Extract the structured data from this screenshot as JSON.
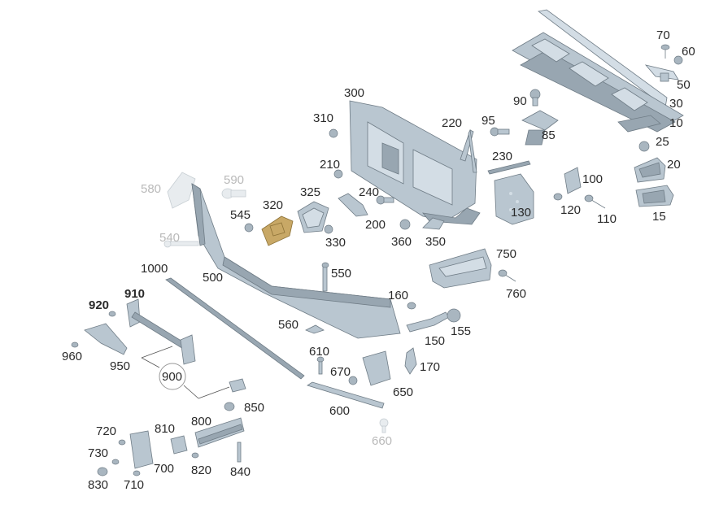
{
  "diagram": {
    "labels": [
      {
        "id": "l70",
        "text": "70"
      },
      {
        "id": "l60",
        "text": "60"
      },
      {
        "id": "l50",
        "text": "50"
      },
      {
        "id": "l30",
        "text": "30"
      },
      {
        "id": "l10",
        "text": "10"
      },
      {
        "id": "l90",
        "text": "90"
      },
      {
        "id": "l95",
        "text": "95"
      },
      {
        "id": "l85",
        "text": "85"
      },
      {
        "id": "l25",
        "text": "25"
      },
      {
        "id": "l20",
        "text": "20"
      },
      {
        "id": "l15",
        "text": "15"
      },
      {
        "id": "l300",
        "text": "300"
      },
      {
        "id": "l310",
        "text": "310"
      },
      {
        "id": "l220",
        "text": "220"
      },
      {
        "id": "l230",
        "text": "230"
      },
      {
        "id": "l210",
        "text": "210"
      },
      {
        "id": "l240",
        "text": "240"
      },
      {
        "id": "l200",
        "text": "200"
      },
      {
        "id": "l100",
        "text": "100"
      },
      {
        "id": "l120",
        "text": "120"
      },
      {
        "id": "l110",
        "text": "110"
      },
      {
        "id": "l130",
        "text": "130"
      },
      {
        "id": "l580",
        "text": "580",
        "faded": true
      },
      {
        "id": "l590",
        "text": "590",
        "faded": true
      },
      {
        "id": "l540",
        "text": "540",
        "faded": true
      },
      {
        "id": "l320",
        "text": "320"
      },
      {
        "id": "l325",
        "text": "325"
      },
      {
        "id": "l545",
        "text": "545"
      },
      {
        "id": "l330",
        "text": "330"
      },
      {
        "id": "l360",
        "text": "360"
      },
      {
        "id": "l350",
        "text": "350"
      },
      {
        "id": "l750",
        "text": "750"
      },
      {
        "id": "l760",
        "text": "760"
      },
      {
        "id": "l1000",
        "text": "1000"
      },
      {
        "id": "l500",
        "text": "500"
      },
      {
        "id": "l550",
        "text": "550"
      },
      {
        "id": "l910",
        "text": "910",
        "bold": true
      },
      {
        "id": "l920",
        "text": "920",
        "bold": true
      },
      {
        "id": "l960",
        "text": "960"
      },
      {
        "id": "l950",
        "text": "950"
      },
      {
        "id": "l900",
        "text": "900"
      },
      {
        "id": "l160",
        "text": "160"
      },
      {
        "id": "l150",
        "text": "150"
      },
      {
        "id": "l155",
        "text": "155"
      },
      {
        "id": "l560",
        "text": "560"
      },
      {
        "id": "l610",
        "text": "610"
      },
      {
        "id": "l670",
        "text": "670"
      },
      {
        "id": "l170",
        "text": "170"
      },
      {
        "id": "l650",
        "text": "650"
      },
      {
        "id": "l600",
        "text": "600"
      },
      {
        "id": "l850",
        "text": "850"
      },
      {
        "id": "l660",
        "text": "660",
        "faded": true
      },
      {
        "id": "l720",
        "text": "720"
      },
      {
        "id": "l810",
        "text": "810"
      },
      {
        "id": "l800",
        "text": "800"
      },
      {
        "id": "l730",
        "text": "730"
      },
      {
        "id": "l700",
        "text": "700"
      },
      {
        "id": "l820",
        "text": "820"
      },
      {
        "id": "l840",
        "text": "840"
      },
      {
        "id": "l830",
        "text": "830"
      },
      {
        "id": "l710",
        "text": "710"
      }
    ],
    "colors": {
      "part": "#b9c6d0",
      "part_outline": "#6f7c86",
      "faded_part": "#e8ecef",
      "gold_part": "#c8a866",
      "label": "#2a2a2a",
      "faded_label": "#b9b9b9"
    }
  }
}
